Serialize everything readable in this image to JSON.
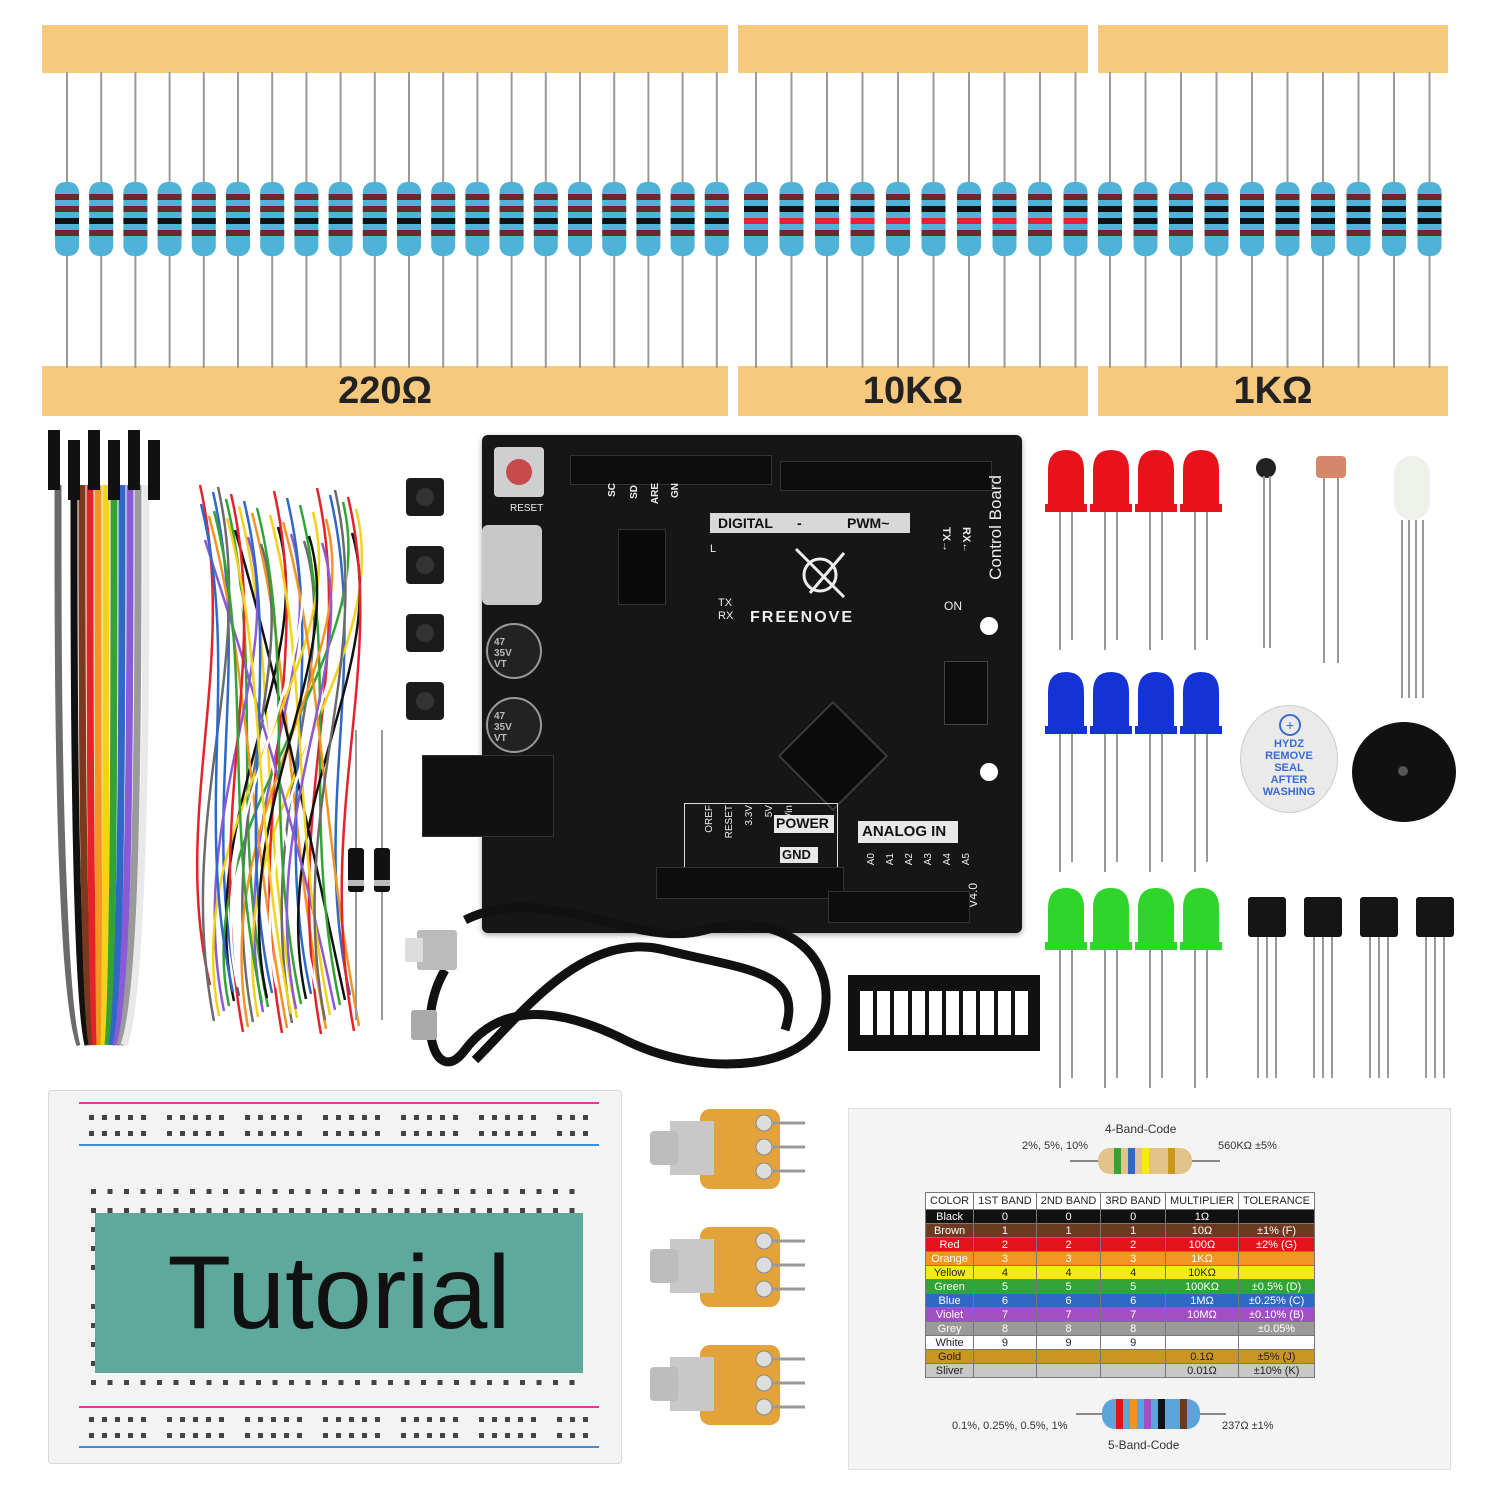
{
  "resistor_labels": [
    "220Ω",
    "10KΩ",
    "1KΩ"
  ],
  "board": {
    "reset": "RESET",
    "digital": "DIGITAL",
    "dash": "-",
    "pwm": "PWM~",
    "control": "Control Board",
    "brand": "FREENOVE",
    "on": "ON",
    "tx_rx": [
      "TX",
      "RX"
    ],
    "l": "L",
    "header_top": [
      "SC",
      "SD",
      "ARE",
      "GN"
    ],
    "tx_arrow": "TX→",
    "rx_arrow": "RX←",
    "cap1": [
      "47",
      "35V",
      "VT"
    ],
    "cap2": [
      "47",
      "35V",
      "VT"
    ],
    "power": "POWER",
    "gnd": "GND",
    "power_pins": [
      "OREF",
      "RESET",
      "3.3V",
      "5V",
      "Vin"
    ],
    "analog": "ANALOG IN",
    "analog_pins": [
      "A0",
      "A1",
      "A2",
      "A3",
      "A4",
      "A5"
    ],
    "version": "V4.0"
  },
  "buzzer_text": [
    "HYDZ",
    "REMOVE",
    "SEAL",
    "AFTER",
    "WASHING"
  ],
  "tutorial": "Tutorial",
  "color_card": {
    "four_band_title": "4-Band-Code",
    "four_band_left": "2%, 5%, 10%",
    "four_band_right": "560KΩ ±5%",
    "five_band_title": "5-Band-Code",
    "five_band_left": "0.1%, 0.25%, 0.5%, 1%",
    "five_band_right": "237Ω ±1%",
    "headers": [
      "COLOR",
      "1ST BAND",
      "2ND BAND",
      "3RD BAND",
      "MULTIPLIER",
      "TOLERANCE"
    ],
    "rows": [
      {
        "color": "Black",
        "b1": "0",
        "b2": "0",
        "b3": "0",
        "mult": "1Ω",
        "tol": "",
        "tc": "",
        "bg": "#111111",
        "fg": "#ffffff"
      },
      {
        "color": "Brown",
        "b1": "1",
        "b2": "1",
        "b3": "1",
        "mult": "10Ω",
        "tol": "±1%",
        "tc": "(F)",
        "bg": "#6b3a1f",
        "fg": "#ffffff"
      },
      {
        "color": "Red",
        "b1": "2",
        "b2": "2",
        "b3": "2",
        "mult": "100Ω",
        "tol": "±2%",
        "tc": "(G)",
        "bg": "#e3121b",
        "fg": "#ffffff"
      },
      {
        "color": "Orange",
        "b1": "3",
        "b2": "3",
        "b3": "3",
        "mult": "1KΩ",
        "tol": "",
        "tc": "",
        "bg": "#f39423",
        "fg": "#ffffff"
      },
      {
        "color": "Yellow",
        "b1": "4",
        "b2": "4",
        "b3": "4",
        "mult": "10KΩ",
        "tol": "",
        "tc": "",
        "bg": "#f6ea14",
        "fg": "#222222"
      },
      {
        "color": "Green",
        "b1": "5",
        "b2": "5",
        "b3": "5",
        "mult": "100KΩ",
        "tol": "±0.5%",
        "tc": "(D)",
        "bg": "#33a335",
        "fg": "#ffffff"
      },
      {
        "color": "Blue",
        "b1": "6",
        "b2": "6",
        "b3": "6",
        "mult": "1MΩ",
        "tol": "±0.25%",
        "tc": "(C)",
        "bg": "#2f68c6",
        "fg": "#ffffff"
      },
      {
        "color": "Violet",
        "b1": "7",
        "b2": "7",
        "b3": "7",
        "mult": "10MΩ",
        "tol": "±0.10%",
        "tc": "(B)",
        "bg": "#a34fc4",
        "fg": "#ffffff"
      },
      {
        "color": "Grey",
        "b1": "8",
        "b2": "8",
        "b3": "8",
        "mult": "",
        "tol": "±0.05%",
        "tc": "",
        "bg": "#9a9a9a",
        "fg": "#ffffff"
      },
      {
        "color": "White",
        "b1": "9",
        "b2": "9",
        "b3": "9",
        "mult": "",
        "tol": "",
        "tc": "",
        "bg": "#ffffff",
        "fg": "#222222"
      },
      {
        "color": "Gold",
        "b1": "",
        "b2": "",
        "b3": "",
        "mult": "0.1Ω",
        "tol": "±5%",
        "tc": "(J)",
        "bg": "#c9961f",
        "fg": "#222222"
      },
      {
        "color": "Sliver",
        "b1": "",
        "b2": "",
        "b3": "",
        "mult": "0.01Ω",
        "tol": "±10%",
        "tc": "(K)",
        "bg": "#c8c8c8",
        "fg": "#222222"
      }
    ]
  },
  "colors": {
    "tape": "#f7c97e",
    "resistor_body": "#4fb3d8",
    "board": "#161616",
    "led_red": "#e8121a",
    "led_blue": "#1433d6",
    "led_green": "#2fd52a",
    "tutorial_bg": "#5ea89c"
  }
}
